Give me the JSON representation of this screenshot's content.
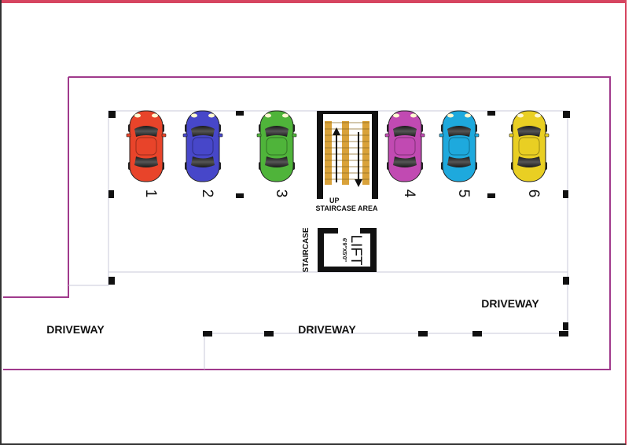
{
  "labels": {
    "staircase_area": "STAIRCASE AREA",
    "up": "UP",
    "staircase": "STAIRCASE",
    "lift": "LIFT",
    "lift_size": "6'9\"X5'0\"",
    "driveway_left": "DRIVEWAY",
    "driveway_center": "DRIVEWAY",
    "driveway_right": "DRIVEWAY"
  },
  "parking_slots": [
    {
      "number": "1",
      "car_color": "#e8442a"
    },
    {
      "number": "2",
      "car_color": "#4747c9"
    },
    {
      "number": "3",
      "car_color": "#4fb43a"
    },
    {
      "number": "4",
      "car_color": "#c14ab2"
    },
    {
      "number": "5",
      "car_color": "#1ea9dd"
    },
    {
      "number": "6",
      "car_color": "#e9cf23"
    }
  ],
  "colors": {
    "frame_top": "#d64560",
    "boundary": "#a03a8c",
    "column": "#111111",
    "stair_wood": "#d9a23a"
  }
}
